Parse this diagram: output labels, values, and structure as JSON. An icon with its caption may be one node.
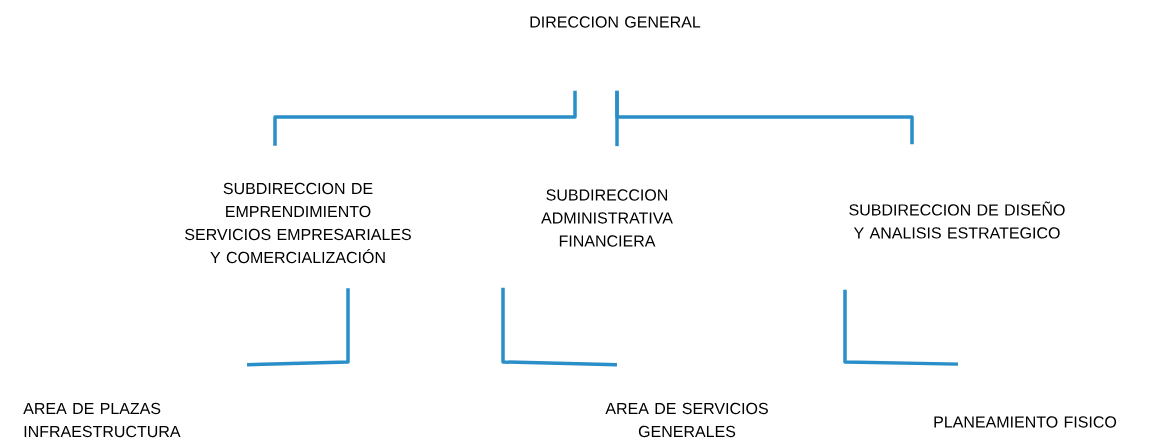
{
  "diagram": {
    "nodes": [
      {
        "text": [
          "DIRECCION GENERAL"
        ]
      },
      {
        "text": [
          "SUBDIRECCION DE EMPRENDIMIENTO SERVICIOS EMPRESARIALES Y COMERCIALIZACIÓN"
        ]
      },
      {
        "text": [
          "SUBDIRECCION ADMINISTRATIVA FINANCIERA"
        ]
      },
      {
        "text": [
          "SUBDIRECCION DE DISEÑO Y ANALISIS ESTRATEGICO"
        ]
      },
      {
        "text": [
          "AREA DE PLAZAS INFRAESTRUCTURA"
        ]
      },
      {
        "text": [
          "AREA DE SERVICIOS GENERALES"
        ]
      },
      {
        "text": [
          "PLANEAMIENTO FISICO"
        ]
      }
    ],
    "edges": [
      {
        "from": 0,
        "to": 1,
        "arrow": "none"
      },
      {
        "from": 0,
        "to": 2,
        "arrow": "none"
      },
      {
        "from": 0,
        "to": 3,
        "arrow": "none"
      },
      {
        "from": 1,
        "to": 4,
        "arrow": "none"
      },
      {
        "from": 2,
        "to": 5,
        "arrow": "none"
      },
      {
        "from": 3,
        "to": 6,
        "arrow": "none"
      }
    ]
  }
}
